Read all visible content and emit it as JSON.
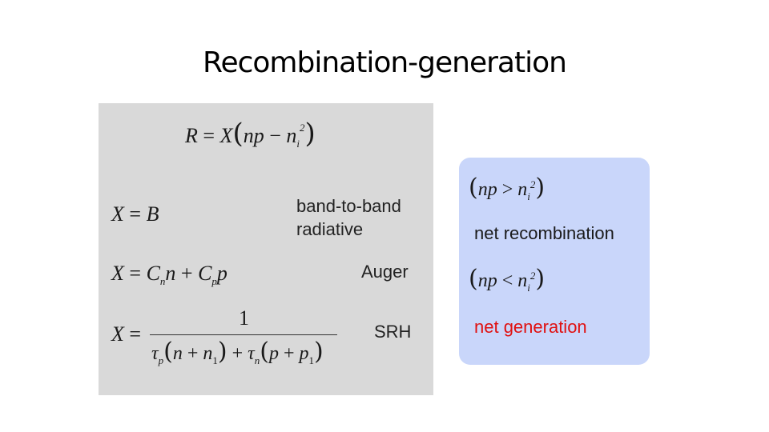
{
  "slide": {
    "title": "Recombination-generation"
  },
  "left_panel": {
    "main_equation": "R = X(np − nᵢ²)",
    "rows": [
      {
        "equation": "X = B",
        "label_line1": "band-to-band",
        "label_line2": "radiative"
      },
      {
        "equation": "X = Cₙn + Cₚp",
        "label": "Auger"
      },
      {
        "equation": "X = 1 / (τₚ(n + n₁) + τₙ(p + p₁))",
        "label": "SRH"
      }
    ]
  },
  "right_panel": {
    "condition_1": "(np > nᵢ²)",
    "result_1": "net  recombination",
    "condition_2": "(np < nᵢ²)",
    "result_2": "net  generation",
    "colors": {
      "panel": "#c9d6fa",
      "generation_text": "#e01010"
    }
  }
}
